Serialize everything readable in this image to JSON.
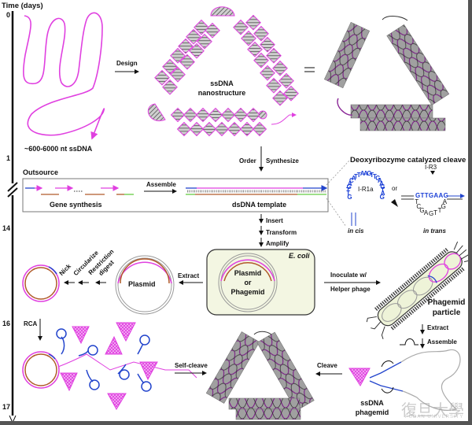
{
  "timeline": {
    "title": "Time (days)",
    "ticks": [
      "0",
      "1",
      "14",
      "16",
      "17"
    ]
  },
  "top": {
    "ssdna_label": "~600-6000 nt   ssDNA",
    "design_arrow": "Design",
    "nanostructure_label_1": "ssDNA",
    "nanostructure_label_2": "nanostructure",
    "equals": "="
  },
  "synthesis": {
    "order_label": "Order",
    "synthesize_label": "Synthesize",
    "outsource_title": "Outsource",
    "assemble_arrow": "Assemble",
    "gene_synthesis_label": "Gene synthesis",
    "dsdna_template_label": "dsDNA template"
  },
  "deoxyribozyme": {
    "title": "Deoxyribozyme catalyzed cleave",
    "cis": {
      "name": "I-R1a",
      "sequence": "AGCATTAAGTTGAAG GATTGTGA",
      "loop_letters": [
        "G",
        "T",
        "T",
        "G",
        "A",
        "C",
        "A",
        "T",
        "T",
        "A",
        "A",
        "G",
        "T",
        "T",
        "G",
        "A",
        "A",
        "G",
        "T",
        "A",
        "G"
      ],
      "mode": "in cis"
    },
    "or_label": "or",
    "trans": {
      "name": "I-R3",
      "top_sequence": "GTTGAAG",
      "bottom_sequence": "TCGAGTTGA",
      "mode": "in trans"
    }
  },
  "cloning": {
    "insert_label": "Insert",
    "transform_label": "Transform",
    "amplify_label": "Amplify",
    "ecoli_label": "E. coli",
    "ecoli_plasmid_1": "Plasmid",
    "ecoli_plasmid_2": "or",
    "ecoli_plasmid_3": "Phagemid",
    "extract_left_label": "Extract",
    "plasmid_label": "Plasmid",
    "restriction_label_1": "Restriction",
    "restriction_label_2": "digest",
    "circularize_label": "Circularize",
    "nick_label": "Nick",
    "inoculate_label": "Inoculate w/",
    "helper_phage_label": "Helper phage",
    "phagemid_particle_1": "Phagemid",
    "phagemid_particle_2": "particle"
  },
  "bottom": {
    "rca_label": "RCA",
    "self_cleave_label": "Self-cleave",
    "cleave_label": "Cleave",
    "extract_label": "Extract",
    "assemble_label": "Assemble",
    "ssdna_phagemid_1": "ssDNA",
    "ssdna_phagemid_2": "phagemid"
  },
  "watermark": {
    "text": "復旦大學",
    "sub": "FUDAN UNIVERSITY"
  },
  "colors": {
    "ssdna": "#e040e0",
    "blue_strand": "#2244cc",
    "brown_strand": "#b05a2a",
    "green_strand": "#66cc44",
    "helix_gray": "#9a9a9a",
    "ecoli_fill": "#f3f6e2",
    "dnazyme_text": "#1a3fd6"
  }
}
